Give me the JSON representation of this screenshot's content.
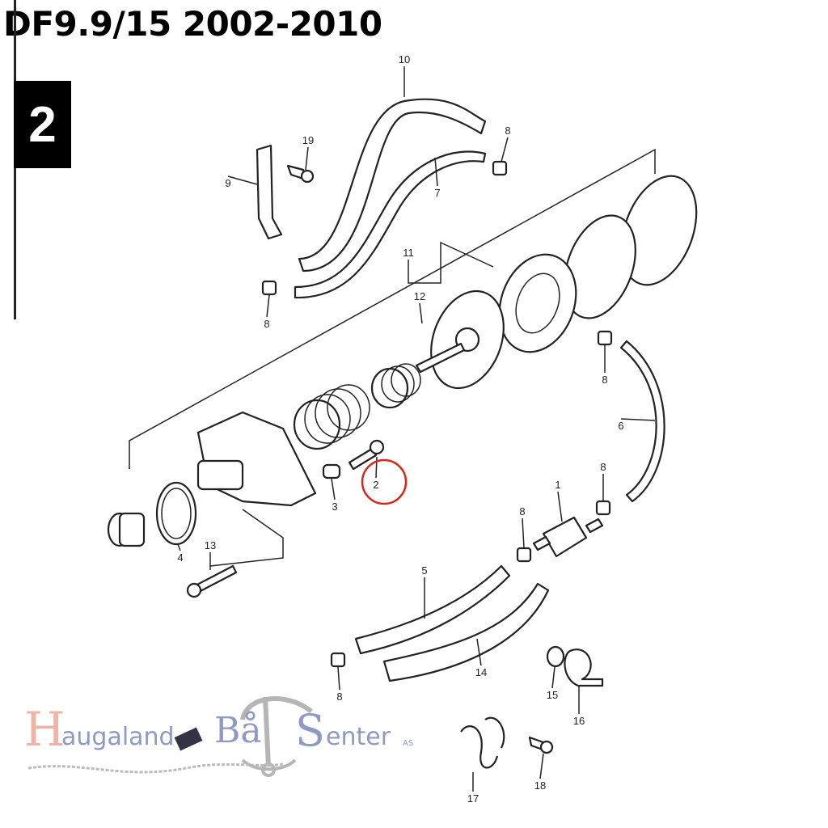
{
  "title": "DF9.9/15 2002-2010",
  "section_number": "2",
  "highlight_color": "#d9261c",
  "highlighted_part": "2",
  "callouts": [
    "10",
    "19",
    "8",
    "9",
    "7",
    "11",
    "12",
    "8",
    "8",
    "6",
    "2",
    "3",
    "1",
    "8",
    "8",
    "4",
    "13",
    "5",
    "14",
    "8",
    "15",
    "16",
    "17",
    "18"
  ],
  "logo": {
    "text_h": "H",
    "text_rest": "augaland",
    "text_ba": "Bå",
    "text_s": "S",
    "text_enter": "enter",
    "text_as": "AS",
    "colors": {
      "h": "#f2b3a6",
      "text": "#8e9ac4",
      "anchor": "#b5b5b5"
    }
  }
}
